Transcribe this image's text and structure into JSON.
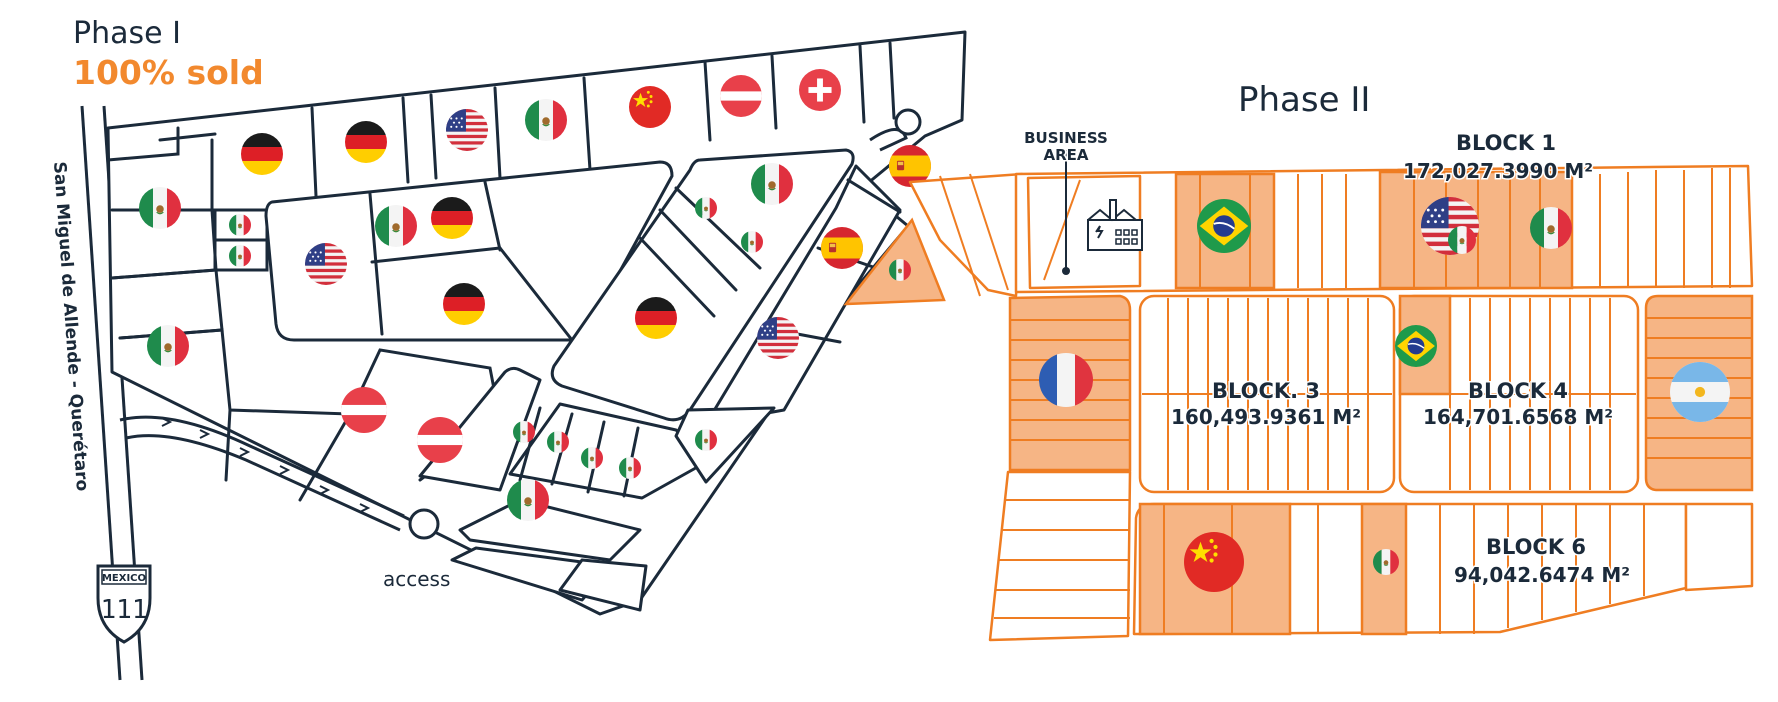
{
  "phase1": {
    "title": "Phase I",
    "status": "100% sold"
  },
  "phase2": {
    "title": "Phase II"
  },
  "road": {
    "name": "San Miguel de Allende - Querétaro",
    "shield_top": "MEXICO",
    "shield_number": "111"
  },
  "access_label": "access",
  "business_area": {
    "line1": "BUSINESS",
    "line2": "AREA"
  },
  "blocks": {
    "block1": {
      "name": "BLOCK 1",
      "area": "172,027.3990 M²"
    },
    "block3": {
      "name": "BLOCK. 3",
      "area": "160,493.9361 M²"
    },
    "block4": {
      "name": "BLOCK 4",
      "area": "164,701.6568 M²"
    },
    "block6": {
      "name": "BLOCK 6",
      "area": "94,042.6474 M²"
    }
  },
  "colors": {
    "ink": "#1b2a3a",
    "accent": "#f2892e",
    "sold_fill": "#f6b585"
  },
  "icons": {
    "industry": "factory-solar-icon",
    "flags": [
      "germany",
      "mexico",
      "usa",
      "china",
      "austria",
      "switzerland",
      "spain",
      "brazil",
      "france",
      "argentina"
    ]
  }
}
